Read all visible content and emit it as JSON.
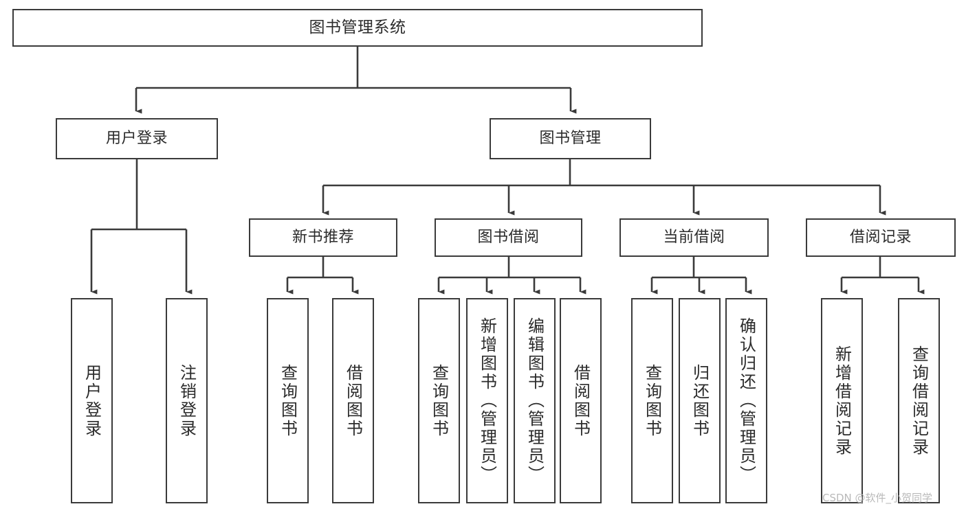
{
  "diagram": {
    "title": "图书管理系统",
    "type": "tree",
    "orientation": "top-down",
    "colors": {
      "node_border": "#3a3a3a",
      "node_fill": "#ffffff",
      "edge": "#3a3a3a",
      "text": "#2b2b2b",
      "watermark": "#b9b9b9",
      "background": "#ffffff"
    },
    "watermark": "CSDN @软件_小贺同学"
  },
  "nodes": {
    "root": {
      "label": "图书管理系统"
    },
    "level2": [
      {
        "id": "user-login",
        "label": "用户登录"
      },
      {
        "id": "book-manage",
        "label": "图书管理"
      }
    ],
    "level3": [
      {
        "id": "new-book-recommend",
        "label": "新书推荐"
      },
      {
        "id": "book-borrow",
        "label": "图书借阅"
      },
      {
        "id": "current-borrow",
        "label": "当前借阅"
      },
      {
        "id": "borrow-record",
        "label": "借阅记录"
      }
    ],
    "leaves": {
      "user-login": [
        {
          "id": "leaf-user-login",
          "label": "用户登录"
        },
        {
          "id": "leaf-logout-login",
          "label": "注销登录"
        }
      ],
      "new-book-recommend": [
        {
          "id": "leaf-query-book-1",
          "label": "查询图书"
        },
        {
          "id": "leaf-borrow-book-1",
          "label": "借阅图书"
        }
      ],
      "book-borrow": [
        {
          "id": "leaf-query-book-2",
          "label": "查询图书"
        },
        {
          "id": "leaf-add-book",
          "label": "新增图书（管理员）"
        },
        {
          "id": "leaf-edit-book",
          "label": "编辑图书（管理员）"
        },
        {
          "id": "leaf-borrow-book-2",
          "label": "借阅图书"
        }
      ],
      "current-borrow": [
        {
          "id": "leaf-query-book-3",
          "label": "查询图书"
        },
        {
          "id": "leaf-return-book",
          "label": "归还图书"
        },
        {
          "id": "leaf-confirm-return",
          "label": "确认归还（管理员）"
        }
      ],
      "borrow-record": [
        {
          "id": "leaf-add-record",
          "label": "新增借阅记录"
        },
        {
          "id": "leaf-query-record",
          "label": "查询借阅记录"
        }
      ]
    }
  },
  "edges": [
    {
      "from": "root",
      "to": "user-login"
    },
    {
      "from": "root",
      "to": "book-manage"
    },
    {
      "from": "user-login",
      "to": "leaf-user-login"
    },
    {
      "from": "user-login",
      "to": "leaf-logout-login"
    },
    {
      "from": "book-manage",
      "to": "new-book-recommend"
    },
    {
      "from": "book-manage",
      "to": "book-borrow"
    },
    {
      "from": "book-manage",
      "to": "current-borrow"
    },
    {
      "from": "book-manage",
      "to": "borrow-record"
    },
    {
      "from": "new-book-recommend",
      "to": "leaf-query-book-1"
    },
    {
      "from": "new-book-recommend",
      "to": "leaf-borrow-book-1"
    },
    {
      "from": "book-borrow",
      "to": "leaf-query-book-2"
    },
    {
      "from": "book-borrow",
      "to": "leaf-add-book"
    },
    {
      "from": "book-borrow",
      "to": "leaf-edit-book"
    },
    {
      "from": "book-borrow",
      "to": "leaf-borrow-book-2"
    },
    {
      "from": "current-borrow",
      "to": "leaf-query-book-3"
    },
    {
      "from": "current-borrow",
      "to": "leaf-return-book"
    },
    {
      "from": "current-borrow",
      "to": "leaf-confirm-return"
    },
    {
      "from": "borrow-record",
      "to": "leaf-add-record"
    },
    {
      "from": "borrow-record",
      "to": "leaf-query-record"
    }
  ]
}
